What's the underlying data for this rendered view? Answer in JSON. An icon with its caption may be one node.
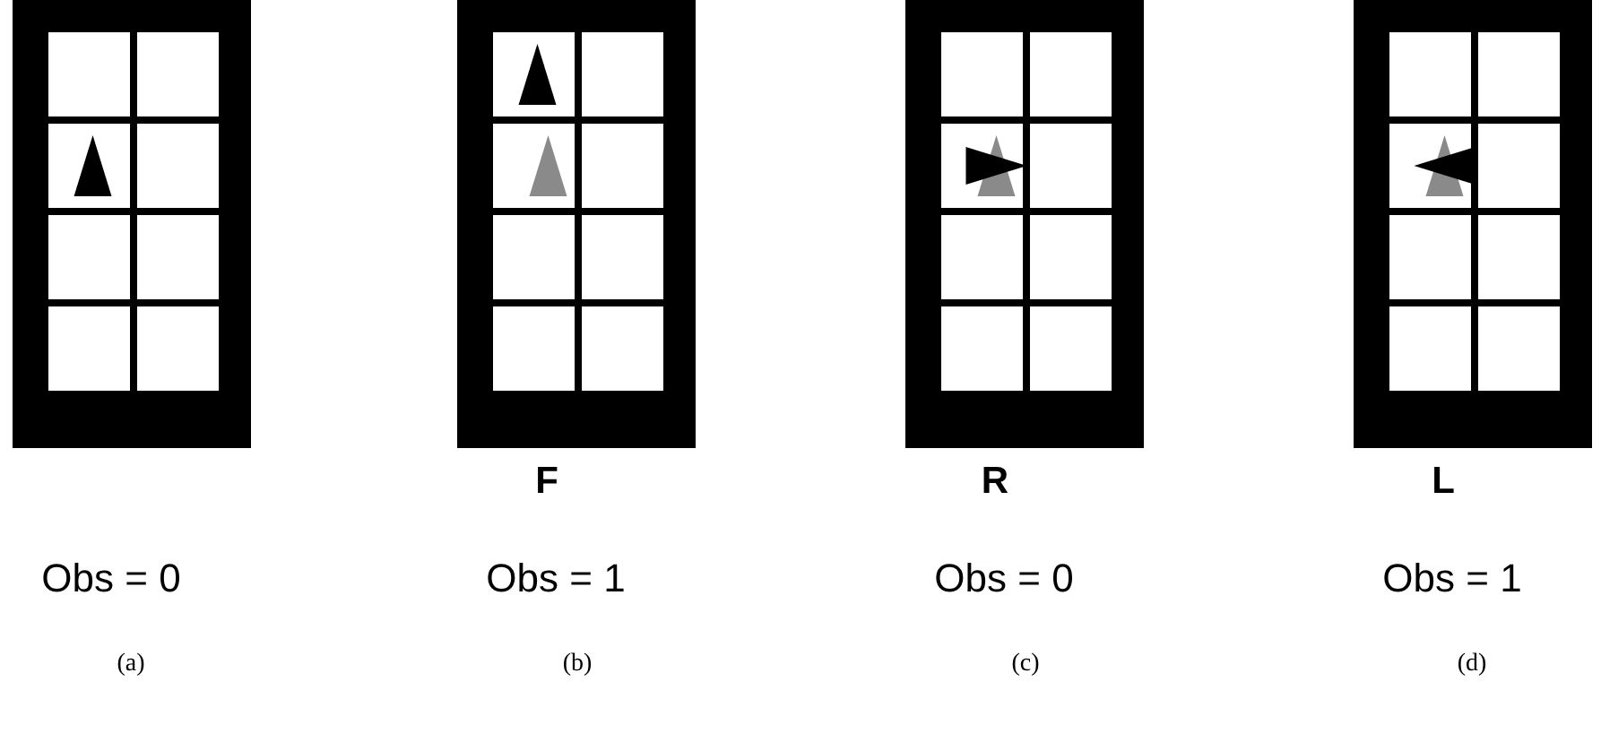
{
  "diagram": {
    "labels": [
      "F",
      "R",
      "L",
      "Obs = 0",
      "Obs = 1",
      "Obs = 0",
      "Obs = 1",
      "(a)",
      "(b)",
      "(c)",
      "(d)"
    ]
  }
}
